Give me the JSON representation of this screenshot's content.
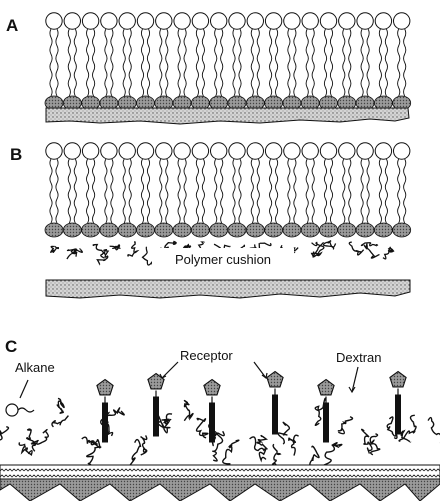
{
  "panels": {
    "a": {
      "letter": "A"
    },
    "b": {
      "letter": "B",
      "cushion_label": "Polymer cushion"
    },
    "c": {
      "letter": "C",
      "labels": {
        "alkane": "Alkane",
        "receptor": "Receptor",
        "dextran": "Dextran"
      }
    }
  },
  "colors": {
    "ink": "#111111",
    "headgroup_fill": "#ffffff",
    "lower_headgroup_fill": "#8c8c8c",
    "substrate_fill": "#bdbdbd",
    "background": "#ffffff"
  }
}
